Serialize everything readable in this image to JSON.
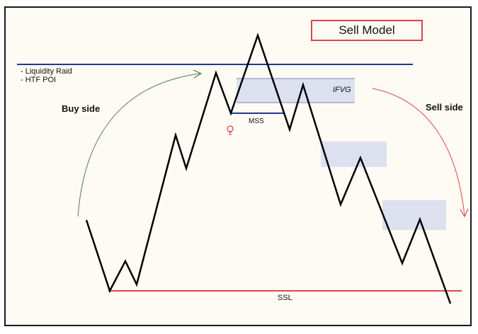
{
  "title": "Sell Model",
  "notes": [
    "- Liquidity Raid",
    "- HTF POI"
  ],
  "labels": {
    "buy_side": "Buy side",
    "sell_side": "Sell side",
    "mss": "MSS",
    "ifvg": "IFVG",
    "ssl": "SSL"
  },
  "colors": {
    "price_line": "#000000",
    "liquidity_line": "#1f3a93",
    "ssl_line": "#e0434c",
    "zone_fill": "#dde0ee",
    "buy_arrow": "#4f7a45",
    "sell_arrow": "#e0434c",
    "frame_bg": "#fdfbf3"
  },
  "icons": [
    "lightbulb-icon"
  ]
}
